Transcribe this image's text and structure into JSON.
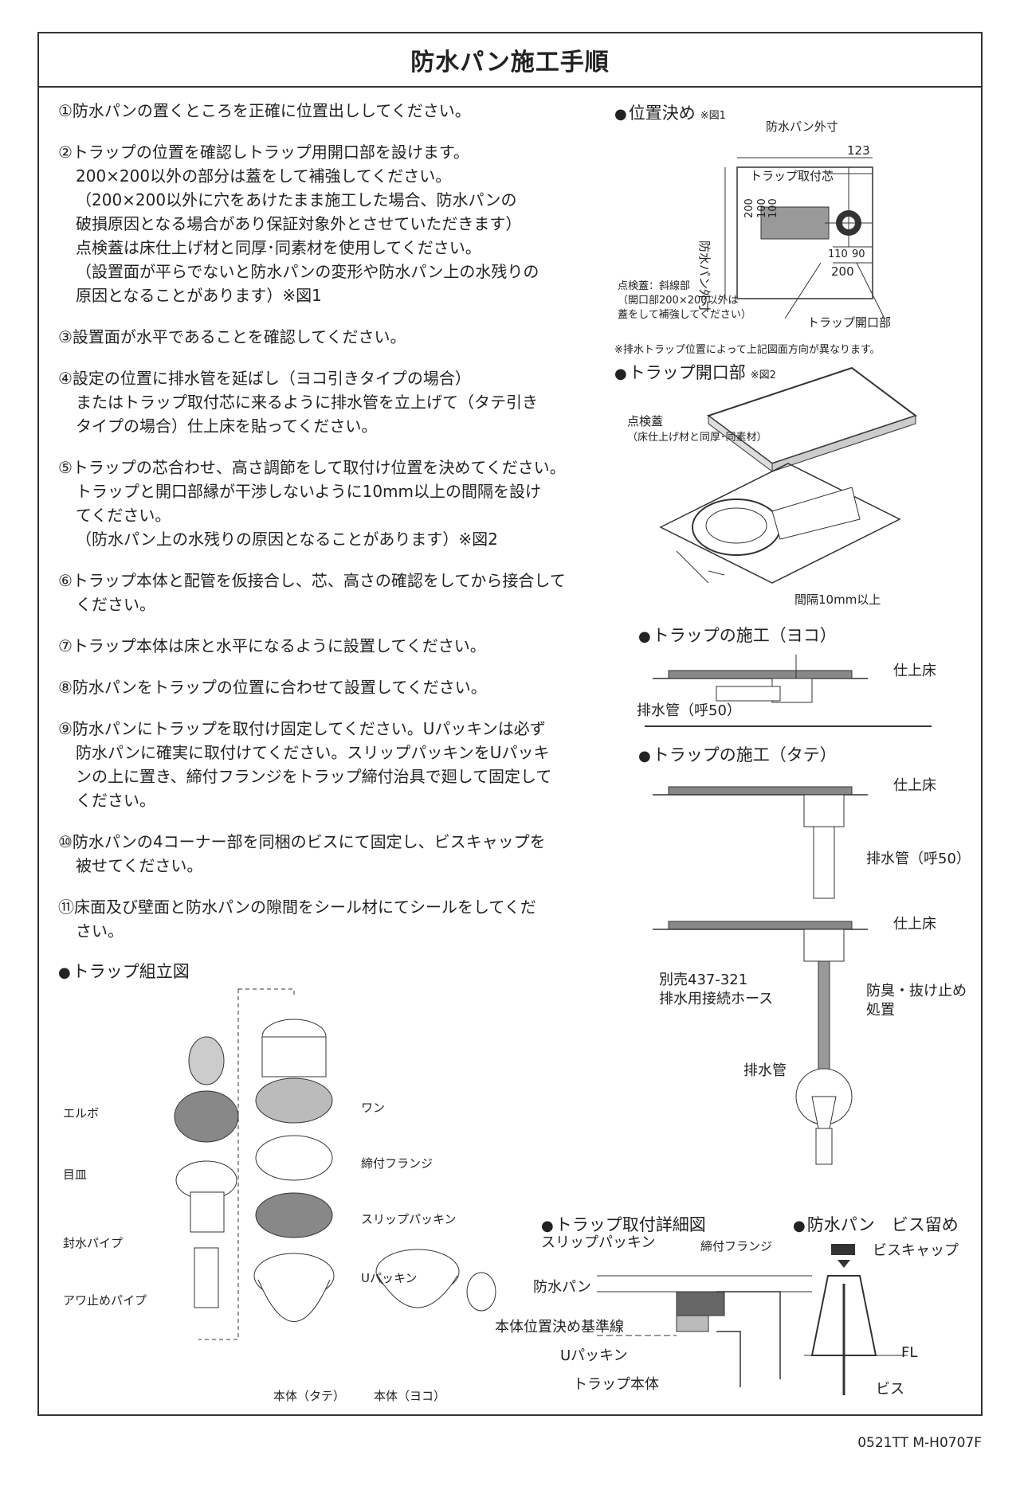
{
  "title": "防水パン施工手順",
  "steps": [
    {
      "lines": [
        "①防水パンの置くところを正確に位置出ししてください。"
      ]
    },
    {
      "lines": [
        "②トラップの位置を確認しトラップ用開口部を設けます。",
        "200×200以外の部分は蓋をして補強してください。",
        "（200×200以外に穴をあけたまま施工した場合、防水パンの",
        "破損原因となる場合があり保証対象外とさせていただきます）",
        "点検蓋は床仕上げ材と同厚･同素材を使用してください。",
        "（設置面が平らでないと防水パンの変形や防水パン上の水残りの",
        "原因となることがあります）※図1"
      ]
    },
    {
      "lines": [
        "③設置面が水平であることを確認してください。"
      ]
    },
    {
      "lines": [
        "④設定の位置に排水管を延ばし（ヨコ引きタイプの場合）",
        "またはトラップ取付芯に来るように排水管を立上げて（タテ引き",
        "タイプの場合）仕上床を貼ってください。"
      ]
    },
    {
      "lines": [
        "⑤トラップの芯合わせ、高さ調節をして取付け位置を決めてください。",
        "トラップと開口部縁が干渉しないように10mm以上の間隔を設け",
        "てください。",
        "（防水パン上の水残りの原因となることがあります）※図2"
      ]
    },
    {
      "lines": [
        "⑥トラップ本体と配管を仮接合し、芯、高さの確認をしてから接合して",
        "ください。"
      ]
    },
    {
      "lines": [
        "⑦トラップ本体は床と水平になるように設置してください。"
      ]
    },
    {
      "lines": [
        "⑧防水パンをトラップの位置に合わせて設置してください。"
      ]
    },
    {
      "lines": [
        "⑨防水パンにトラップを取付け固定してください。Uパッキンは必ず",
        "防水パンに確実に取付けてください。スリップパッキンをUパッキ",
        "ンの上に置き、締付フランジをトラップ締付治具で廻して固定して",
        "ください。"
      ]
    },
    {
      "lines": [
        "⑩防水パンの4コーナー部を同梱のビスにて固定し、ビスキャップを",
        "被せてください。"
      ]
    },
    {
      "lines": [
        "⑪床面及び壁面と防水パンの隙間をシール材にてシールをしてくだ",
        "さい。"
      ]
    }
  ],
  "fig1": {
    "bullet": "●",
    "heading": "位置決め",
    "ref": "※図1",
    "outer": "防水パン外寸",
    "dim_123": "123",
    "trap_center": "トラップ取付芯",
    "dim_200v": "200",
    "dim_100a": "100",
    "dim_100b": "100",
    "side": "防水パン外寸",
    "dim_110": "110",
    "dim_90": "90",
    "dim_200h": "200",
    "inspection": "点検蓋：斜線部",
    "inspection2": "（開口部200×200以外は",
    "inspection3": "蓋をして補強してください）",
    "opening": "トラップ開口部",
    "note": "※排水トラップ位置によって上記図面方向が異なります。"
  },
  "fig2": {
    "bullet": "●",
    "heading": "トラップ開口部",
    "ref": "※図2",
    "lid": "点検蓋",
    "lid2": "（床仕上げ材と同厚･同素材）",
    "gap": "間隔10mm以上"
  },
  "fig3": {
    "bullet": "●",
    "heading": "トラップの施工（ヨコ）",
    "floor": "仕上床",
    "pipe": "排水管（呼50）"
  },
  "fig4": {
    "bullet": "●",
    "heading": "トラップの施工（タテ）",
    "floor": "仕上床",
    "pipe": "排水管（呼50）"
  },
  "fig5": {
    "floor": "仕上床",
    "sold1": "別売437-321",
    "sold2": "排水用接続ホース",
    "anti1": "防臭・抜け止め",
    "anti2": "処置",
    "pipe": "排水管"
  },
  "assembly": {
    "bullet": "●",
    "heading": "トラップ組立図",
    "elbow": "エルボ",
    "grate": "目皿",
    "seal_pipe": "封水パイプ",
    "foam_pipe": "アワ止めパイプ",
    "cup": "ワン",
    "flange": "締付フランジ",
    "slip": "スリップパッキン",
    "upack": "Uパッキン",
    "body_v": "本体（タテ）",
    "body_h": "本体（ヨコ）"
  },
  "detail": {
    "bullet": "●",
    "heading": "トラップ取付詳細図",
    "slip": "スリップパッキン",
    "flange": "締付フランジ",
    "pan": "防水パン",
    "baseline": "本体位置決め基準線",
    "upack": "Uパッキン",
    "body": "トラップ本体"
  },
  "screw": {
    "bullet": "●",
    "heading": "防水パン　ビス留め",
    "cap": "ビスキャップ",
    "fl": "FL",
    "screw": "ビス"
  },
  "footer": "0521TT M-H0707F"
}
